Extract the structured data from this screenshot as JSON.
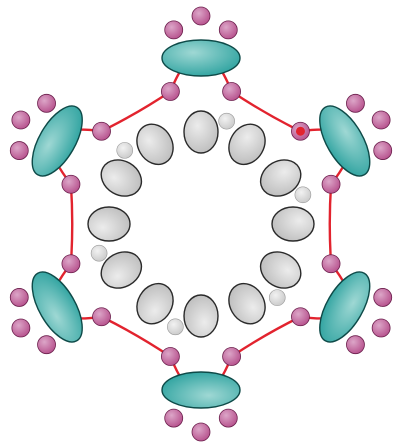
{
  "diagram": {
    "kind": "beadwork-pattern",
    "symmetry": 6,
    "colors": {
      "background": "#ffffff",
      "thread": "#e2232e",
      "thread_start": "#e2232e",
      "seed_bead_fill": "#b6508c",
      "seed_bead_highlight": "#dca6c8",
      "seed_bead_outline": "#6b1f4c",
      "teal_bead_fill": "#2fa3a0",
      "teal_bead_highlight": "#9fd8d4",
      "teal_bead_outline": "#0e4a48",
      "gray_bead_fill": "#bdbdbd",
      "gray_bead_highlight": "#ececec",
      "gray_bead_outline": "#2a2a2a",
      "small_pearl_fill": "#c9c9c9",
      "small_pearl_highlight": "#f2f2f2"
    },
    "arms": [
      {
        "name": "top",
        "angle": -90
      },
      {
        "name": "upper-right",
        "angle": -30
      },
      {
        "name": "lower-right",
        "angle": 30
      },
      {
        "name": "bottom",
        "angle": 90
      },
      {
        "name": "lower-left",
        "angle": 150
      },
      {
        "name": "upper-left",
        "angle": 210
      }
    ]
  }
}
